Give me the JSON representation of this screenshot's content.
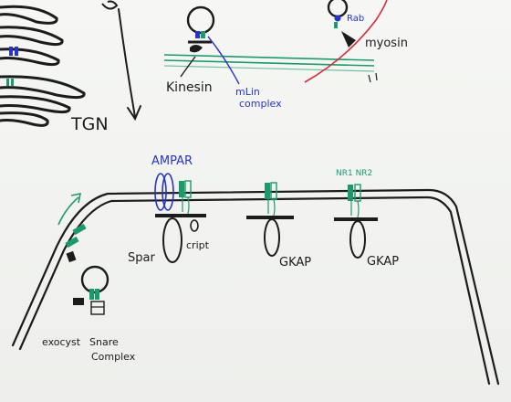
{
  "labels": {
    "tgn": "TGN",
    "kinesin": "Kinesin",
    "mlin_complex_1": "mLin",
    "mlin_complex_2": "complex",
    "rab": "Rab",
    "myosin": "myosin",
    "ampar": "AMPAR",
    "spar": "Spar",
    "cript": "cript",
    "gkap_1": "GKAP",
    "gkap_2": "GKAP",
    "nr1_nr2": "NR1 NR2",
    "exocyst": "exocyst",
    "snare_1": "Snare",
    "snare_2": "Complex"
  },
  "colors": {
    "ink": "#1c1c1c",
    "blue": "#2a33c8",
    "green": "#1d9a6a",
    "red": "#d8283a",
    "board": "#f4f5f2"
  }
}
